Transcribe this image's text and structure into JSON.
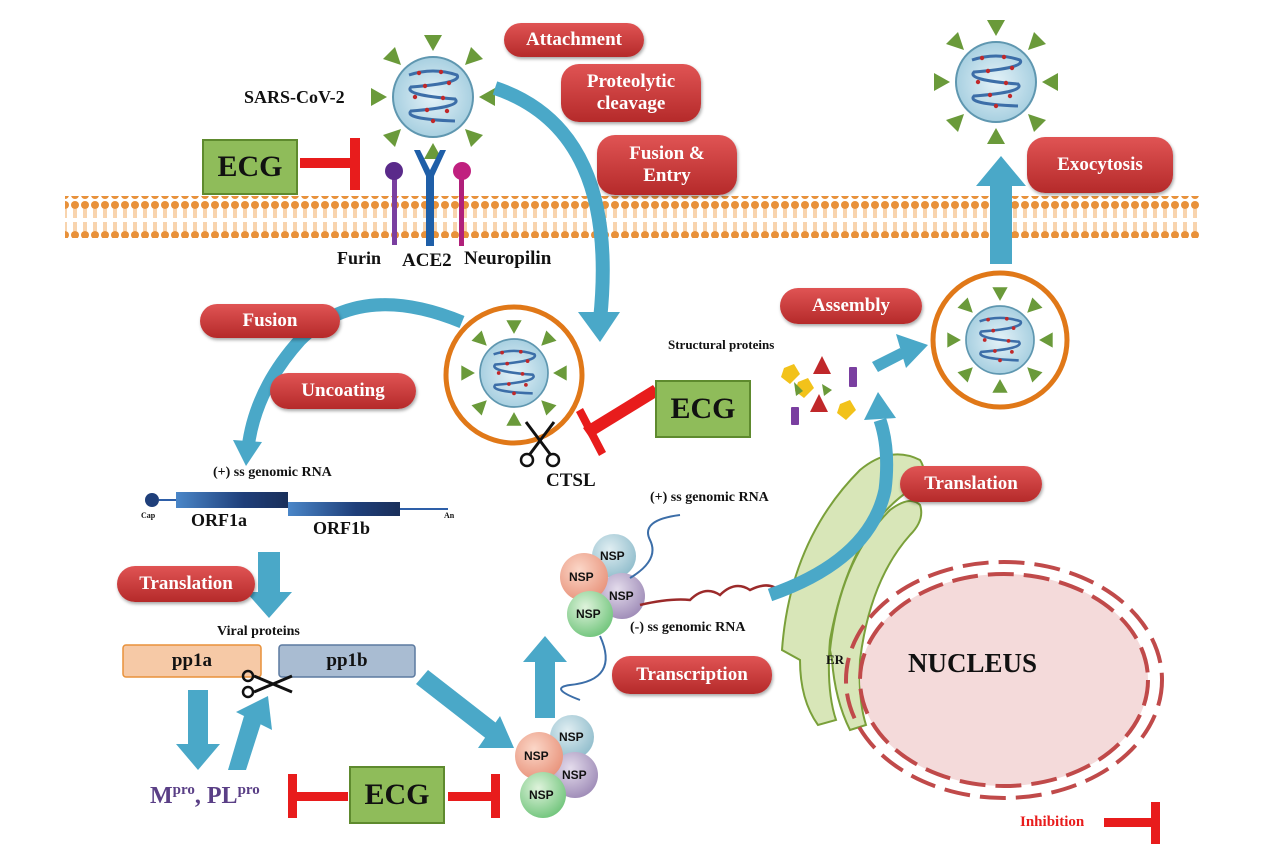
{
  "labels": {
    "virus": "SARS-CoV-2",
    "furin": "Furin",
    "ace2": "ACE2",
    "neuropilin": "Neuropilin",
    "ctsl": "CTSL",
    "structural_proteins": "Structural proteins",
    "pos_rna_left": "(+) ss genomic RNA",
    "pos_rna_right": "(+) ss genomic RNA",
    "neg_rna": "(-) ss genomic RNA",
    "cap": "Cap",
    "an": "An",
    "orf1a": "ORF1a",
    "orf1b": "ORF1b",
    "viral_proteins": "Viral proteins",
    "pp1a": "pp1a",
    "pp1b": "pp1b",
    "mpro_main": "M",
    "mpro_sup": "pro",
    "plpro_main": ", PL",
    "plpro_sup": "pro",
    "er": "ER",
    "nucleus": "NUCLEUS",
    "inhibition": "Inhibition",
    "nsp": "NSP"
  },
  "steps": {
    "attachment": "Attachment",
    "proteolytic_1": "Proteolytic",
    "proteolytic_2": "cleavage",
    "fusion_entry_1": "Fusion &",
    "fusion_entry_2": "Entry",
    "exocytosis": "Exocytosis",
    "fusion": "Fusion",
    "uncoating": "Uncoating",
    "assembly": "Assembly",
    "translation_right": "Translation",
    "translation_left": "Translation",
    "transcription": "Transcription"
  },
  "inhibitor": {
    "name": "ECG"
  },
  "colors": {
    "membrane": "#e8913a",
    "arrow": "#4aa8c8",
    "pill": "#c73a3a",
    "ecg_box": "#8fbc5a",
    "inhibition": "#e81c1c",
    "nucleus_fill": "#f4dada",
    "nucleus_border": "#c04a4a",
    "er": "#d8e6b8",
    "virus_spike": "#6a9a3a",
    "endosome": "#e07818"
  }
}
